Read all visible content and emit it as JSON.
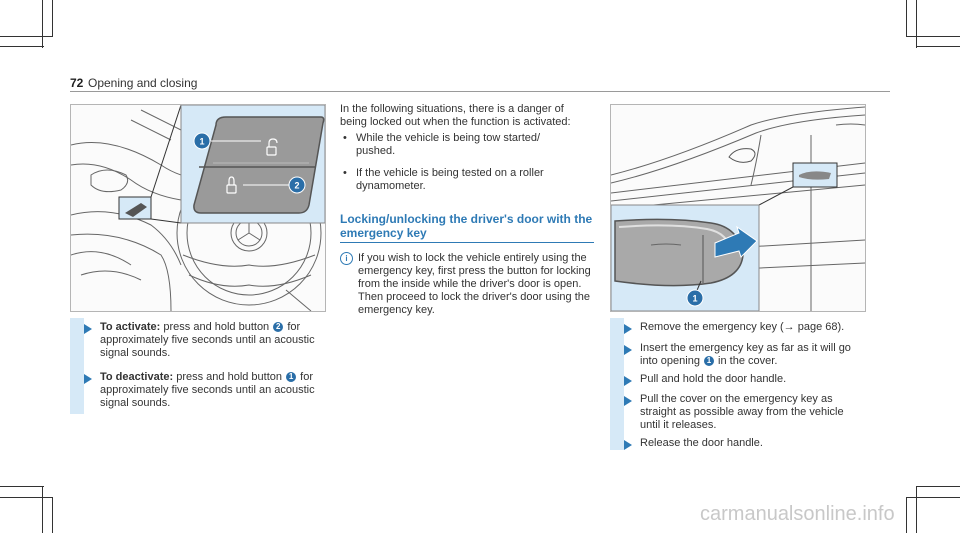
{
  "header": {
    "page_number": "72",
    "title": "Opening and closing"
  },
  "figure1": {
    "label1": "1",
    "label2": "2"
  },
  "figure2": {
    "label1": "1"
  },
  "col1": {
    "step1": {
      "lead": "To activate:",
      "pre": "press and hold button",
      "badge": "2",
      "post": "for approximately five seconds until an acoustic signal sounds."
    },
    "step2": {
      "lead": "To deactivate:",
      "pre": "press and hold button",
      "badge": "1",
      "post": "for approximately five seconds until an acoustic signal sounds."
    }
  },
  "col2": {
    "intro": "In the following situations, there is a danger of being locked out when the function is activated:",
    "bullets": [
      "While the vehicle is being tow started/ pushed.",
      "If the vehicle is being tested on a roller dynamometer."
    ],
    "section_title": "Locking/unlocking the driver's door with the emergency key",
    "note": "If you wish to lock the vehicle entirely using the emergency key, first press the button for locking from the inside while the driver's door is open. Then proceed to lock the driver's door using the emergency key."
  },
  "col3": {
    "steps": [
      {
        "pre": "Remove the emergency key (",
        "arrow": "→",
        "post": " page 68)."
      },
      {
        "pre": "Insert the emergency key as far as it will go into opening ",
        "badge": "1",
        "post": " in the cover."
      },
      {
        "text": "Pull and hold the door handle."
      },
      {
        "text": "Pull the cover on the emergency key as straight as possible away from the vehicle until it releases."
      },
      {
        "text": "Release the door handle."
      }
    ]
  },
  "footer": {
    "watermark": "carmanualsonline.info"
  }
}
